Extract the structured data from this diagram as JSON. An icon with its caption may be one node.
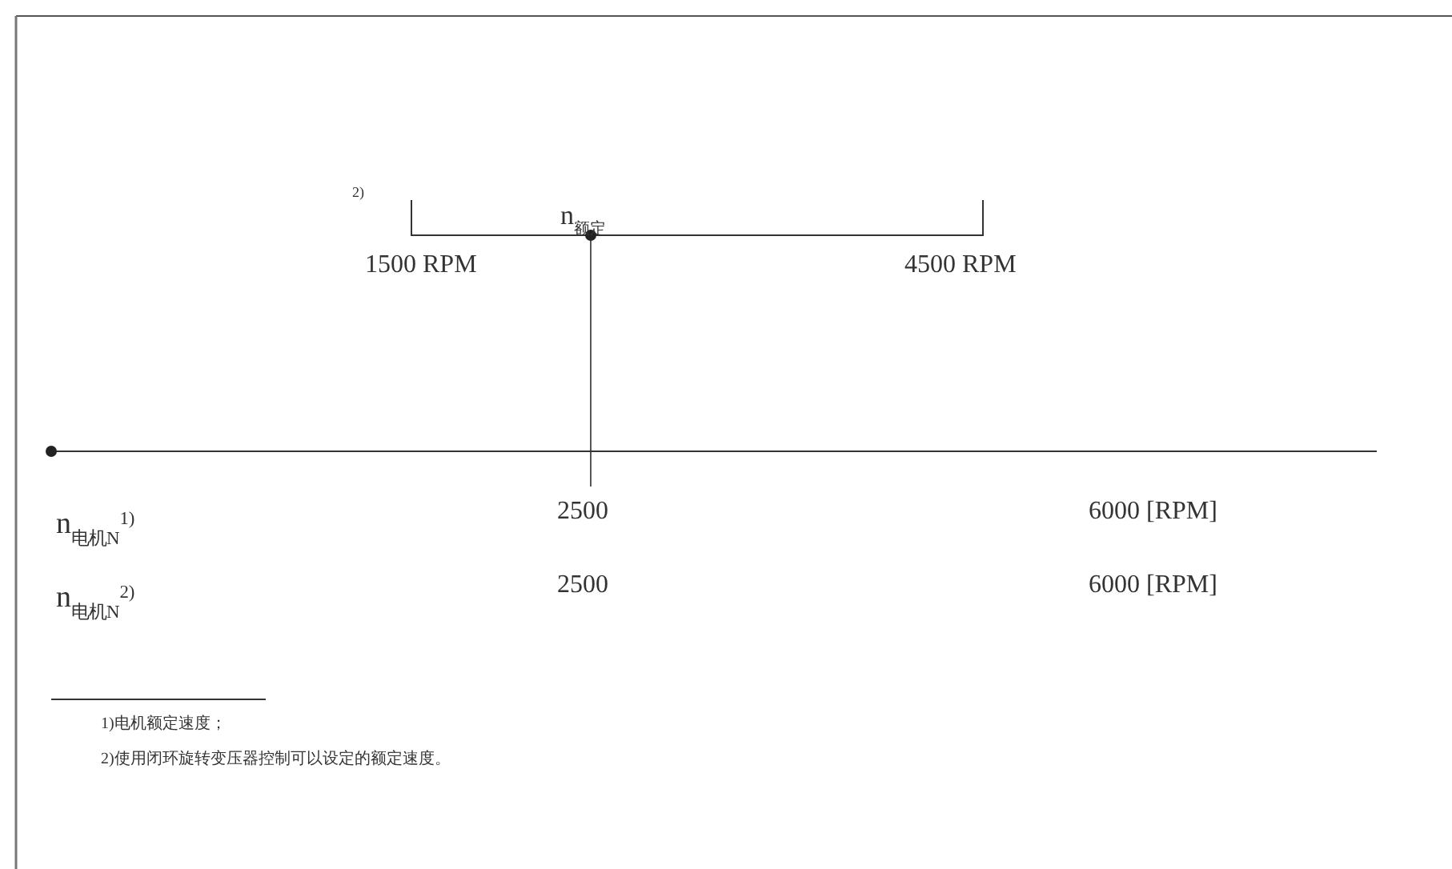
{
  "diagram": {
    "labels": [
      "2)",
      "n$_{额定}$",
      "1500 RPM",
      "4500 RPM",
      "n$_{电机N}$$^{1)}$",
      "2500",
      "6000 [RPM]",
      "n$_{电机N}$$^{2)}$",
      "2500",
      "6000 [RPM]",
      "1)电机额定速度；",
      "2)使用闭环旋转变压器控制可以设定的额定速度。"
    ]
  }
}
